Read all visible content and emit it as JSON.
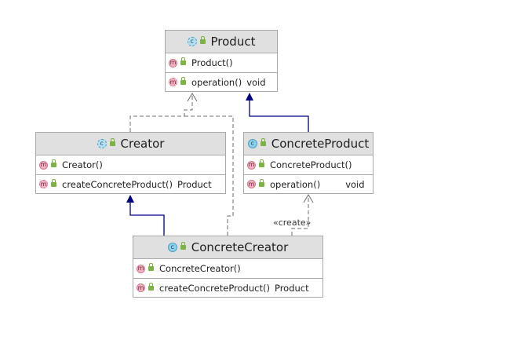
{
  "classes": {
    "product": {
      "name": "Product",
      "icon": "abstract-class-icon",
      "members": [
        {
          "name": "Product()",
          "type": ""
        },
        {
          "name": "operation()",
          "type": "void"
        }
      ]
    },
    "creator": {
      "name": "Creator",
      "icon": "abstract-class-icon",
      "members": [
        {
          "name": "Creator()",
          "type": ""
        },
        {
          "name": "createConcreteProduct()",
          "type": "Product"
        }
      ]
    },
    "concrete_product": {
      "name": "ConcreteProduct",
      "icon": "class-icon",
      "members": [
        {
          "name": "ConcreteProduct()",
          "type": ""
        },
        {
          "name": "operation()",
          "type": "void"
        }
      ]
    },
    "concrete_creator": {
      "name": "ConcreteCreator",
      "icon": "class-icon",
      "members": [
        {
          "name": "ConcreteCreator()",
          "type": ""
        },
        {
          "name": "createConcreteProduct()",
          "type": "Product"
        }
      ]
    }
  },
  "relations": {
    "create_label": "«create»"
  },
  "colors": {
    "inheritance": "#000080",
    "dependency": "#6e6e6e",
    "header_bg": "#e0e0e0"
  }
}
